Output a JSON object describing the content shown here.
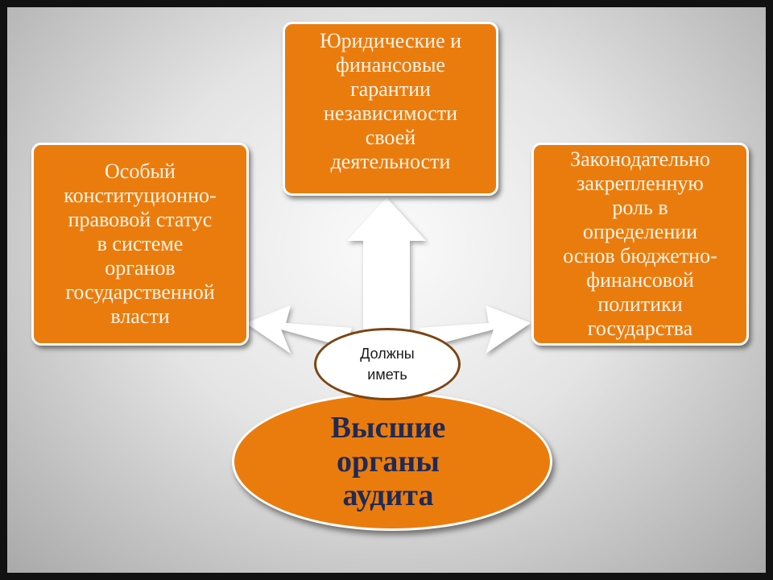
{
  "diagram": {
    "center_box": "Юридические и\nфинансовые\nгарантии\nнезависимости\nсвоей\nдеятельности",
    "left_box": "Особый\nконституционно-\nправовой статус\nв системе\nорганов\nгосударственной\nвласти",
    "right_box": "Законодательно\nзакрепленную\nроль в\nопределении\nоснов бюджетно-\nфинансовой\nполитики\nгосударства",
    "connector": "Должны\nиметь",
    "main_node": "Высшие\nорганы\nаудита"
  },
  "colors": {
    "box_fill": "#ea7c0e",
    "box_border": "#ffffff",
    "main_text": "#1f2a55",
    "arrow_fill": "#ffffff",
    "connector_border": "#7b4515"
  }
}
